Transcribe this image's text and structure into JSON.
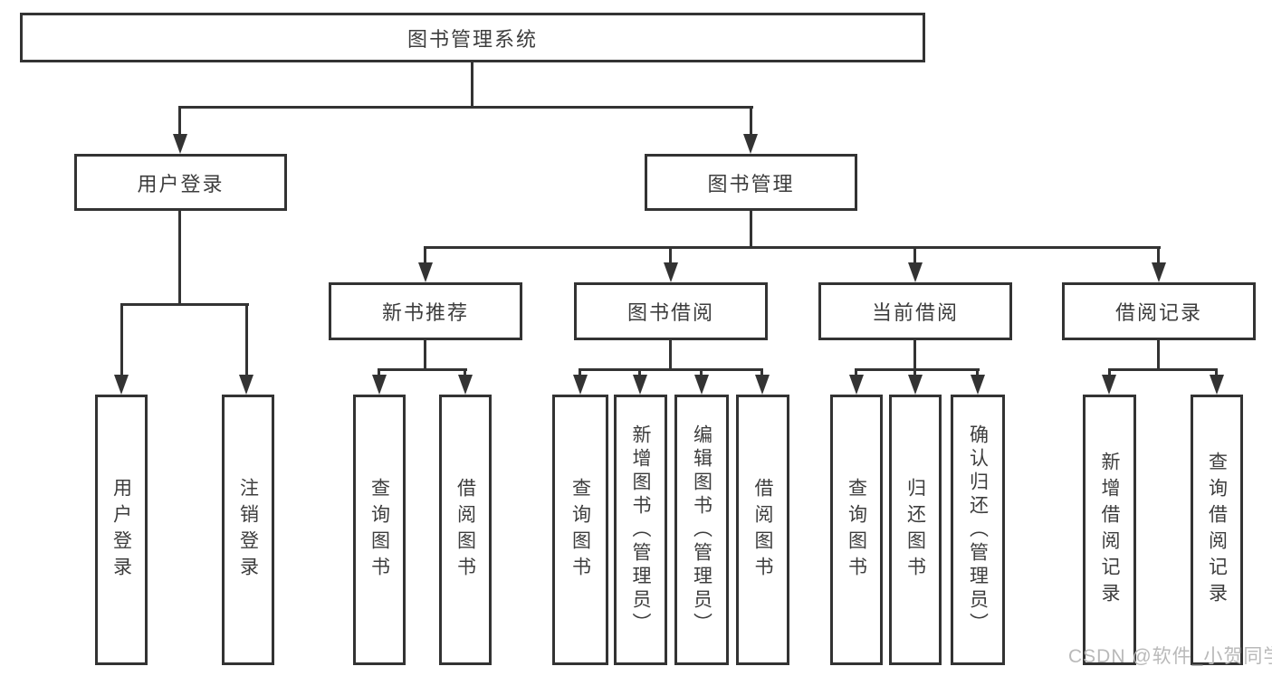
{
  "tree": {
    "root": {
      "label": "图书管理系统"
    },
    "l2": [
      {
        "label": "用户登录"
      },
      {
        "label": "图书管理"
      }
    ],
    "l3": [
      {
        "label": "新书推荐"
      },
      {
        "label": "图书借阅"
      },
      {
        "label": "当前借阅"
      },
      {
        "label": "借阅记录"
      }
    ],
    "leaves": [
      {
        "label": "用户登录"
      },
      {
        "label": "注销登录"
      },
      {
        "label": "查询图书"
      },
      {
        "label": "借阅图书"
      },
      {
        "label": "查询图书"
      },
      {
        "label": "新增图书（管理员）"
      },
      {
        "label": "编辑图书（管理员）"
      },
      {
        "label": "借阅图书"
      },
      {
        "label": "查询图书"
      },
      {
        "label": "归还图书"
      },
      {
        "label": "确认归还（管理员）"
      },
      {
        "label": "新增借阅记录"
      },
      {
        "label": "查询借阅记录"
      }
    ]
  },
  "watermark": {
    "text": "CSDN @软件_小贺同学",
    "color": "#b9b9b9"
  },
  "colors": {
    "line": "#333333",
    "box_border": "#333333",
    "box_bg": "#ffffff",
    "text": "#3d3d3d",
    "background": "#ffffff"
  }
}
